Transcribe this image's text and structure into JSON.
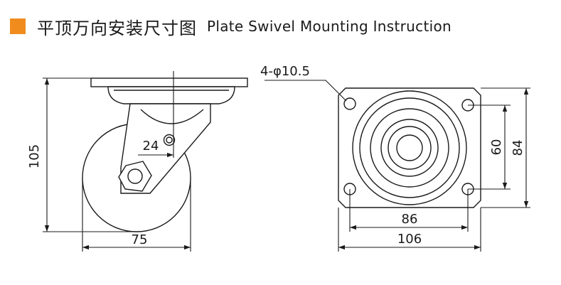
{
  "title": {
    "zh": "平顶万向安装尺寸图",
    "en": "Plate Swivel Mounting Instruction"
  },
  "colors": {
    "accent": "#f08c1e",
    "line": "#1a1a1a"
  },
  "dimensions": {
    "side_height": "105",
    "side_width": "75",
    "offset": "24",
    "hole_spec": "4-φ10.5",
    "hole_spacing_x": "86",
    "plate_width": "106",
    "hole_spacing_y": "60",
    "plate_height": "84"
  }
}
